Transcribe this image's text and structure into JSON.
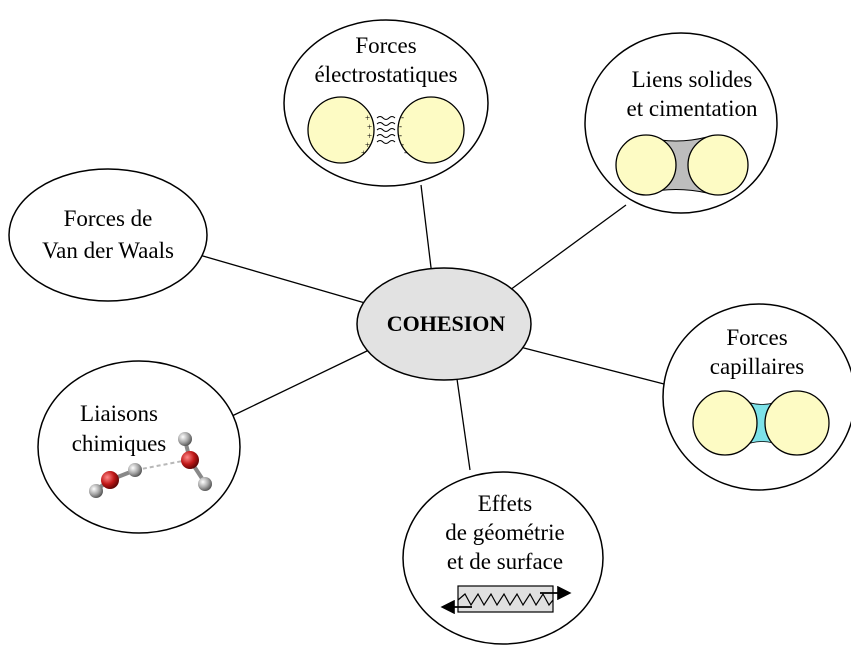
{
  "colors": {
    "center_fill": "#e2e2e2",
    "grain_fill": "#fdfbc4",
    "cement_fill": "#bdbdbd",
    "water_fill": "#7de2e8",
    "oxygen": "#c01818",
    "hydrogen": "#a8a8a8"
  },
  "center": {
    "label": "COHESION"
  },
  "nodes": {
    "van_der_waals": {
      "lines": [
        "Forces de",
        "Van der Waals"
      ]
    },
    "electrostatic": {
      "lines": [
        "Forces",
        "électrostatiques"
      ],
      "icon": "charged-spheres-icon"
    },
    "solid_bonds": {
      "lines": [
        "Liens solides",
        "et cimentation"
      ],
      "icon": "cemented-spheres-icon"
    },
    "capillary": {
      "lines": [
        "Forces",
        "capillaires"
      ],
      "icon": "capillary-bridge-icon"
    },
    "geometry": {
      "lines": [
        "Effets",
        "de géométrie",
        "et de surface"
      ],
      "icon": "rough-surface-sliding-icon"
    },
    "chemical": {
      "lines": [
        "Liaisons",
        "chimiques"
      ],
      "icon": "water-molecules-icon"
    }
  },
  "signs": {
    "plus": "+",
    "minus": "-"
  }
}
